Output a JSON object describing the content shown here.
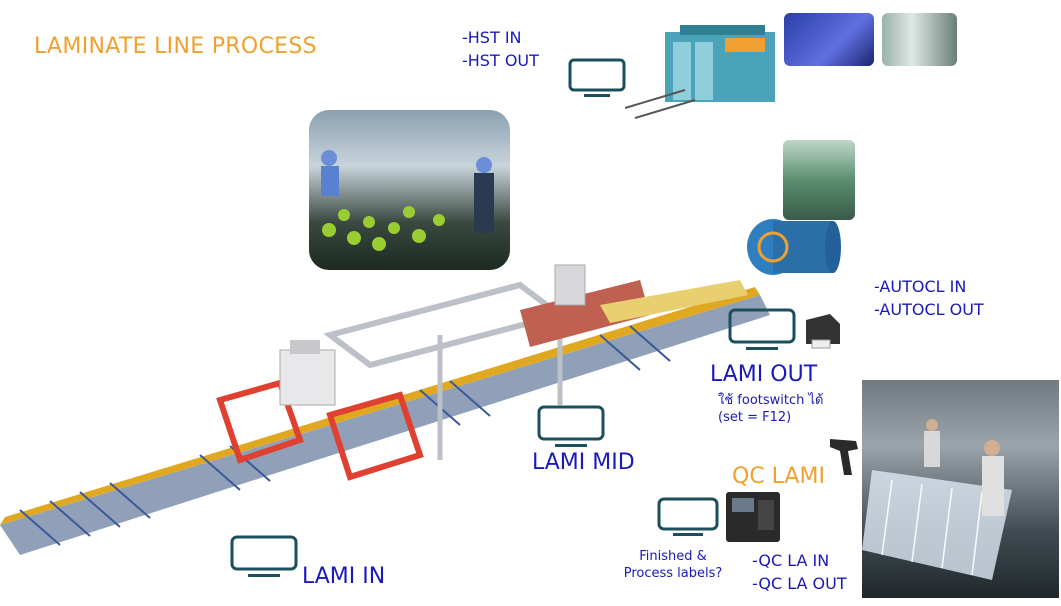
{
  "title": "LAMINATE LINE PROCESS",
  "hst": {
    "line1": "-HST IN",
    "line2": "-HST OUT"
  },
  "autocl": {
    "line1": "-AUTOCL IN",
    "line2": "-AUTOCL OUT"
  },
  "lami_in": "LAMI IN",
  "lami_mid": "LAMI MID",
  "lami_out": "LAMI OUT",
  "lami_out_note": {
    "line1": "ใช้ footswitch ได้",
    "line2": "(set = F12)"
  },
  "qc_lami": "QC LAMI",
  "qc_la": {
    "line1": "-QC LA IN",
    "line2": "-QC LA OUT"
  },
  "labels_question": {
    "line1": "Finished &",
    "line2": "Process labels?"
  },
  "colors": {
    "title_orange": "#f0a030",
    "label_blue": "#1a1ab8",
    "monitor_teal": "#1b4f5c"
  },
  "icons": [
    "monitor-icon",
    "label-printer-icon",
    "barcode-scanner-icon"
  ]
}
